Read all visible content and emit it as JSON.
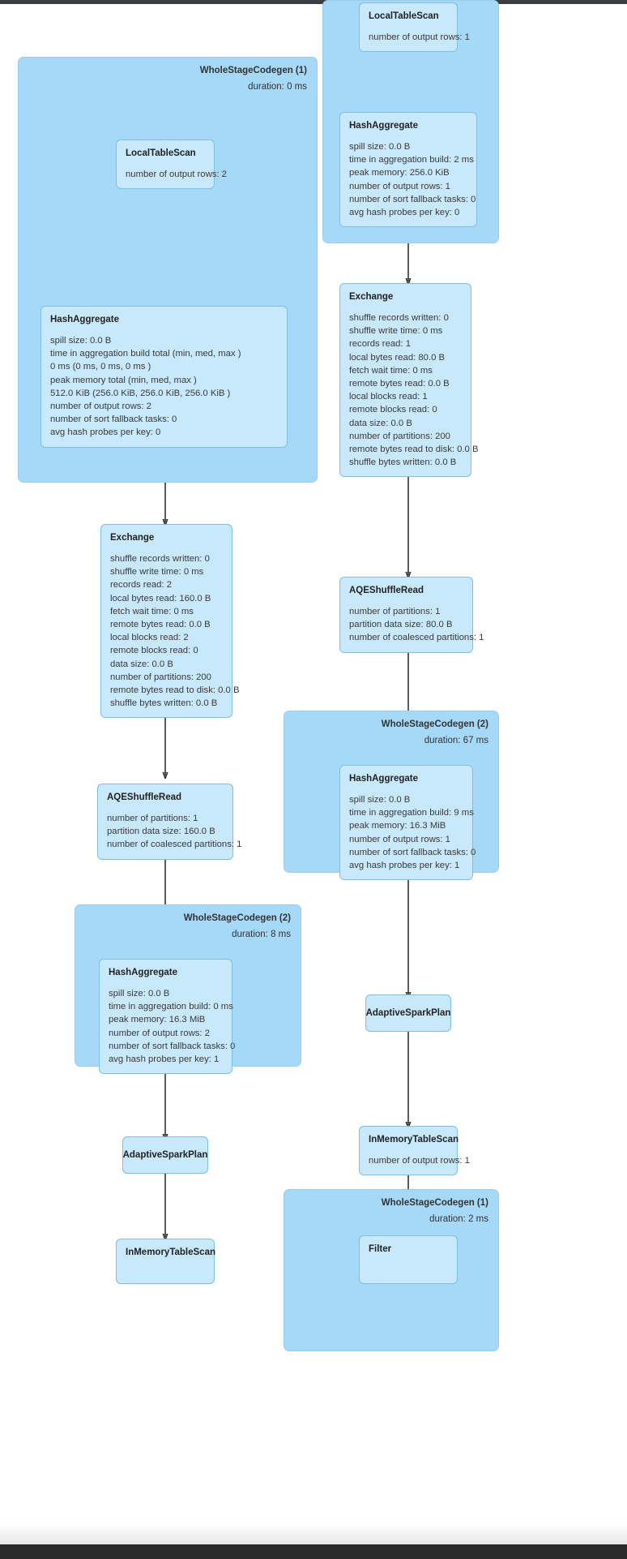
{
  "title": "Spark SQL Query Execution Plan DAG",
  "colors": {
    "cluster_fill": "#a6d8f7",
    "node_fill": "#c8e8fb",
    "node_border": "#7fbfe0",
    "edge": "#333333",
    "text": "#333333",
    "chrome": "#3c3f41"
  },
  "clusters": [
    {
      "id": "wsc-left-1",
      "title": "WholeStageCodegen (1)",
      "duration": "duration: 0 ms"
    },
    {
      "id": "wsc-right-1",
      "title": "",
      "duration": ""
    },
    {
      "id": "wsc-right-2",
      "title": "WholeStageCodegen (2)",
      "duration": "duration: 67 ms"
    },
    {
      "id": "wsc-left-2",
      "title": "WholeStageCodegen (2)",
      "duration": "duration: 8 ms"
    },
    {
      "id": "wsc-bottom-1",
      "title": "WholeStageCodegen (1)",
      "duration": "duration: 2 ms"
    }
  ],
  "nodes": [
    {
      "id": "r-localtablescan",
      "title": "LocalTableScan",
      "metrics": [
        "number of output rows: 1"
      ]
    },
    {
      "id": "r-hashaggregate-1",
      "title": "HashAggregate",
      "metrics": [
        "spill size: 0.0 B",
        "time in aggregation build: 2 ms",
        "peak memory: 256.0 KiB",
        "number of output rows: 1",
        "number of sort fallback tasks: 0",
        "avg hash probes per key: 0"
      ]
    },
    {
      "id": "r-exchange",
      "title": "Exchange",
      "metrics": [
        "shuffle records written: 0",
        "shuffle write time: 0 ms",
        "records read: 1",
        "local bytes read: 80.0 B",
        "fetch wait time: 0 ms",
        "remote bytes read: 0.0 B",
        "local blocks read: 1",
        "remote blocks read: 0",
        "data size: 0.0 B",
        "number of partitions: 200",
        "remote bytes read to disk: 0.0 B",
        "shuffle bytes written: 0.0 B"
      ]
    },
    {
      "id": "r-aqeshuffleread",
      "title": "AQEShuffleRead",
      "metrics": [
        "number of partitions: 1",
        "partition data size: 80.0 B",
        "number of coalesced partitions: 1"
      ]
    },
    {
      "id": "r-hashaggregate-2",
      "title": "HashAggregate",
      "metrics": [
        "spill size: 0.0 B",
        "time in aggregation build: 9 ms",
        "peak memory: 16.3 MiB",
        "number of output rows: 1",
        "number of sort fallback tasks: 0",
        "avg hash probes per key: 1"
      ]
    },
    {
      "id": "r-adaptivesparkplan",
      "title": "AdaptiveSparkPlan",
      "metrics": []
    },
    {
      "id": "r-inmemorytablescan",
      "title": "InMemoryTableScan",
      "metrics": [
        "number of output rows: 1"
      ]
    },
    {
      "id": "b-filter",
      "title": "Filter",
      "metrics": []
    },
    {
      "id": "l-localtablescan",
      "title": "LocalTableScan",
      "metrics": [
        "number of output rows: 2"
      ]
    },
    {
      "id": "l-hashaggregate-1",
      "title": "HashAggregate",
      "metrics": [
        "spill size: 0.0 B",
        "time in aggregation build total (min, med, max )",
        "0 ms (0 ms, 0 ms, 0 ms )",
        "peak memory total (min, med, max )",
        "512.0 KiB (256.0 KiB, 256.0 KiB, 256.0 KiB )",
        "number of output rows: 2",
        "number of sort fallback tasks: 0",
        "avg hash probes per key: 0"
      ]
    },
    {
      "id": "l-exchange",
      "title": "Exchange",
      "metrics": [
        "shuffle records written: 0",
        "shuffle write time: 0 ms",
        "records read: 2",
        "local bytes read: 160.0 B",
        "fetch wait time: 0 ms",
        "remote bytes read: 0.0 B",
        "local blocks read: 2",
        "remote blocks read: 0",
        "data size: 0.0 B",
        "number of partitions: 200",
        "remote bytes read to disk: 0.0 B",
        "shuffle bytes written: 0.0 B"
      ]
    },
    {
      "id": "l-aqeshuffleread",
      "title": "AQEShuffleRead",
      "metrics": [
        "number of partitions: 1",
        "partition data size: 160.0 B",
        "number of coalesced partitions: 1"
      ]
    },
    {
      "id": "l-hashaggregate-2",
      "title": "HashAggregate",
      "metrics": [
        "spill size: 0.0 B",
        "time in aggregation build: 0 ms",
        "peak memory: 16.3 MiB",
        "number of output rows: 2",
        "number of sort fallback tasks: 0",
        "avg hash probes per key: 1"
      ]
    },
    {
      "id": "l-adaptivesparkplan",
      "title": "AdaptiveSparkPlan",
      "metrics": []
    },
    {
      "id": "l-inmemorytablescan",
      "title": "InMemoryTableScan",
      "metrics": []
    }
  ]
}
